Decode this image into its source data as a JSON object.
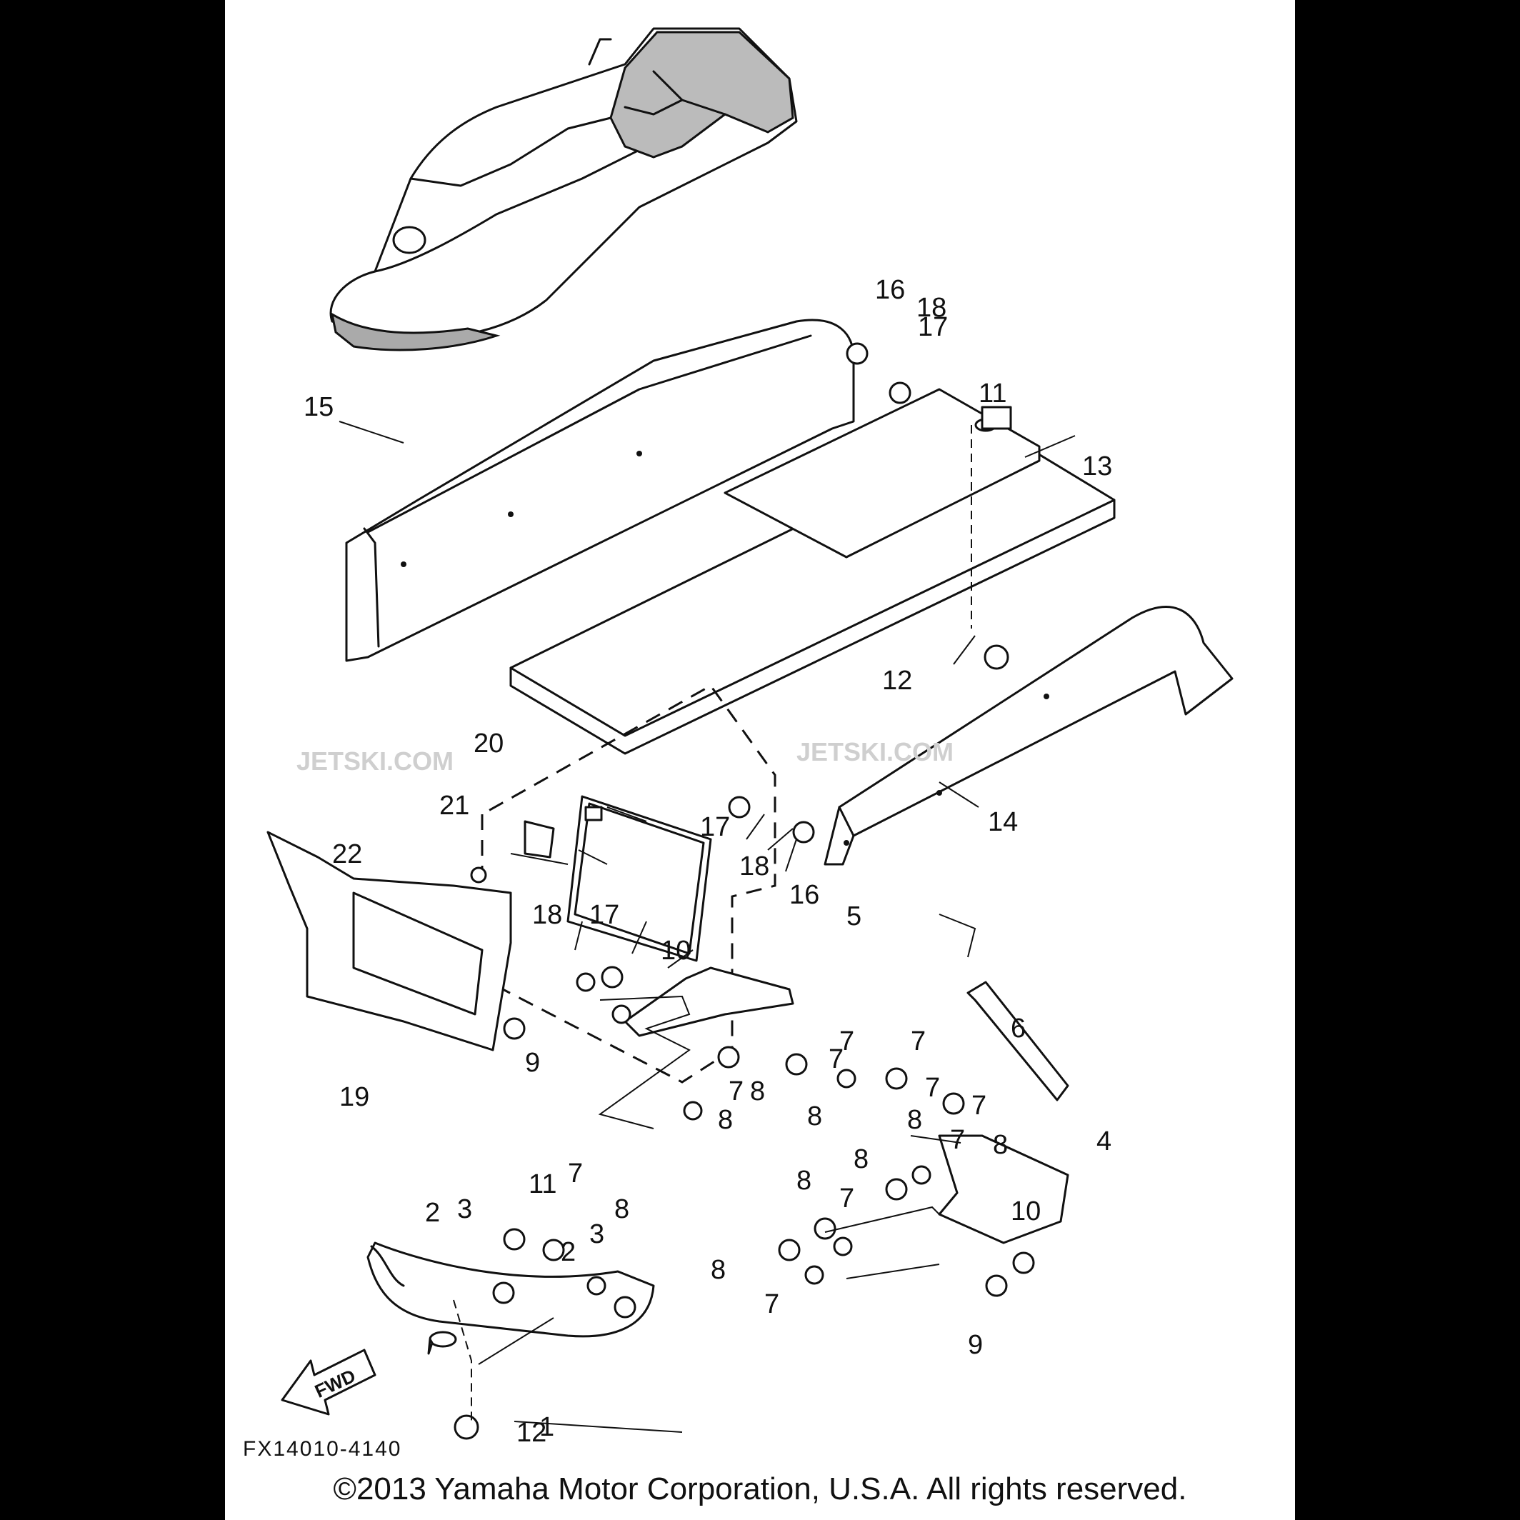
{
  "diagram": {
    "drawing_code": "FX14010-4140",
    "copyright": "©2013 Yamaha Motor Corporation, U.S.A. All rights reserved.",
    "watermark": "JETSKI.COM",
    "fwd_label": "FWD",
    "callouts": [
      "1",
      "2",
      "2",
      "3",
      "3",
      "4",
      "5",
      "6",
      "7",
      "7",
      "7",
      "7",
      "7",
      "7",
      "7",
      "7",
      "7",
      "7",
      "8",
      "8",
      "8",
      "8",
      "8",
      "8",
      "8",
      "8",
      "8",
      "9",
      "9",
      "10",
      "10",
      "11",
      "11",
      "12",
      "12",
      "13",
      "14",
      "15",
      "16",
      "16",
      "17",
      "17",
      "17",
      "18",
      "18",
      "18",
      "19",
      "20",
      "21",
      "22"
    ]
  }
}
